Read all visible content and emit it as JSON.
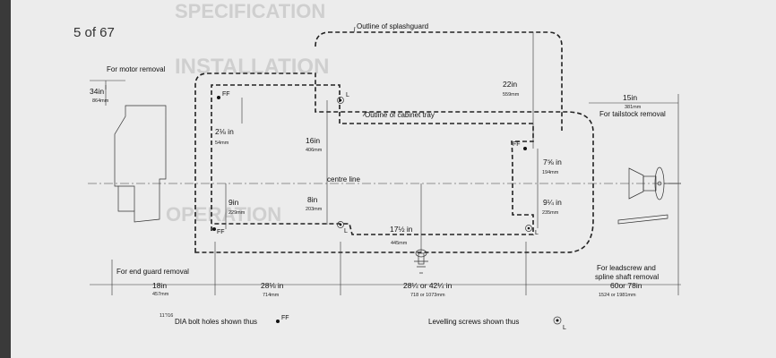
{
  "page_counter": "5 of 67",
  "background_text": {
    "heading_specification": "SPECIFICATION",
    "heading_installation": "INSTALLATION",
    "heading_operation": "OPERATION"
  },
  "labels": {
    "splashguard": "Outline of splashguard",
    "cabinet_tray": "Outline of cabinet tray",
    "motor_removal": "For motor removal",
    "end_guard_removal": "For end guard removal",
    "tailstock_removal": "For tailstock removal",
    "leadscrew_removal": "For leadscrew and",
    "leadscrew_removal_2": "spline shaft removal",
    "centre_line": "centre line",
    "bolt_holes": "DIA bolt holes shown thus",
    "bolt_fraction": "11\"/16",
    "levelling_screws": "Levelling screws shown thus"
  },
  "symbols": {
    "ff": "FF",
    "l": "L"
  },
  "dimensions": {
    "d34": {
      "in": "34in",
      "mm": "864mm"
    },
    "d22": {
      "in": "22in",
      "mm": "559mm"
    },
    "d15": {
      "in": "15in",
      "mm": "381mm"
    },
    "d2q": {
      "in": "2⅛ in",
      "mm": "54mm"
    },
    "d16": {
      "in": "16in",
      "mm": "406mm"
    },
    "d9": {
      "in": "9in",
      "mm": "229mm"
    },
    "d8": {
      "in": "8in",
      "mm": "203mm"
    },
    "d17": {
      "in": "17½ in",
      "mm": "445mm"
    },
    "d7": {
      "in": "7⅝ in",
      "mm": "194mm"
    },
    "d9r": {
      "in": "9¼ in",
      "mm": "235mm"
    },
    "d18": {
      "in": "18in",
      "mm": "457mm"
    },
    "d28": {
      "in": "28⅛ in",
      "mm": "714mm"
    },
    "d28b": {
      "in": "28¼ or 42¼ in",
      "mm": "718 or 1073mm"
    },
    "d60": {
      "in": "60or 78in",
      "mm": "1524 or 1981mm"
    }
  }
}
